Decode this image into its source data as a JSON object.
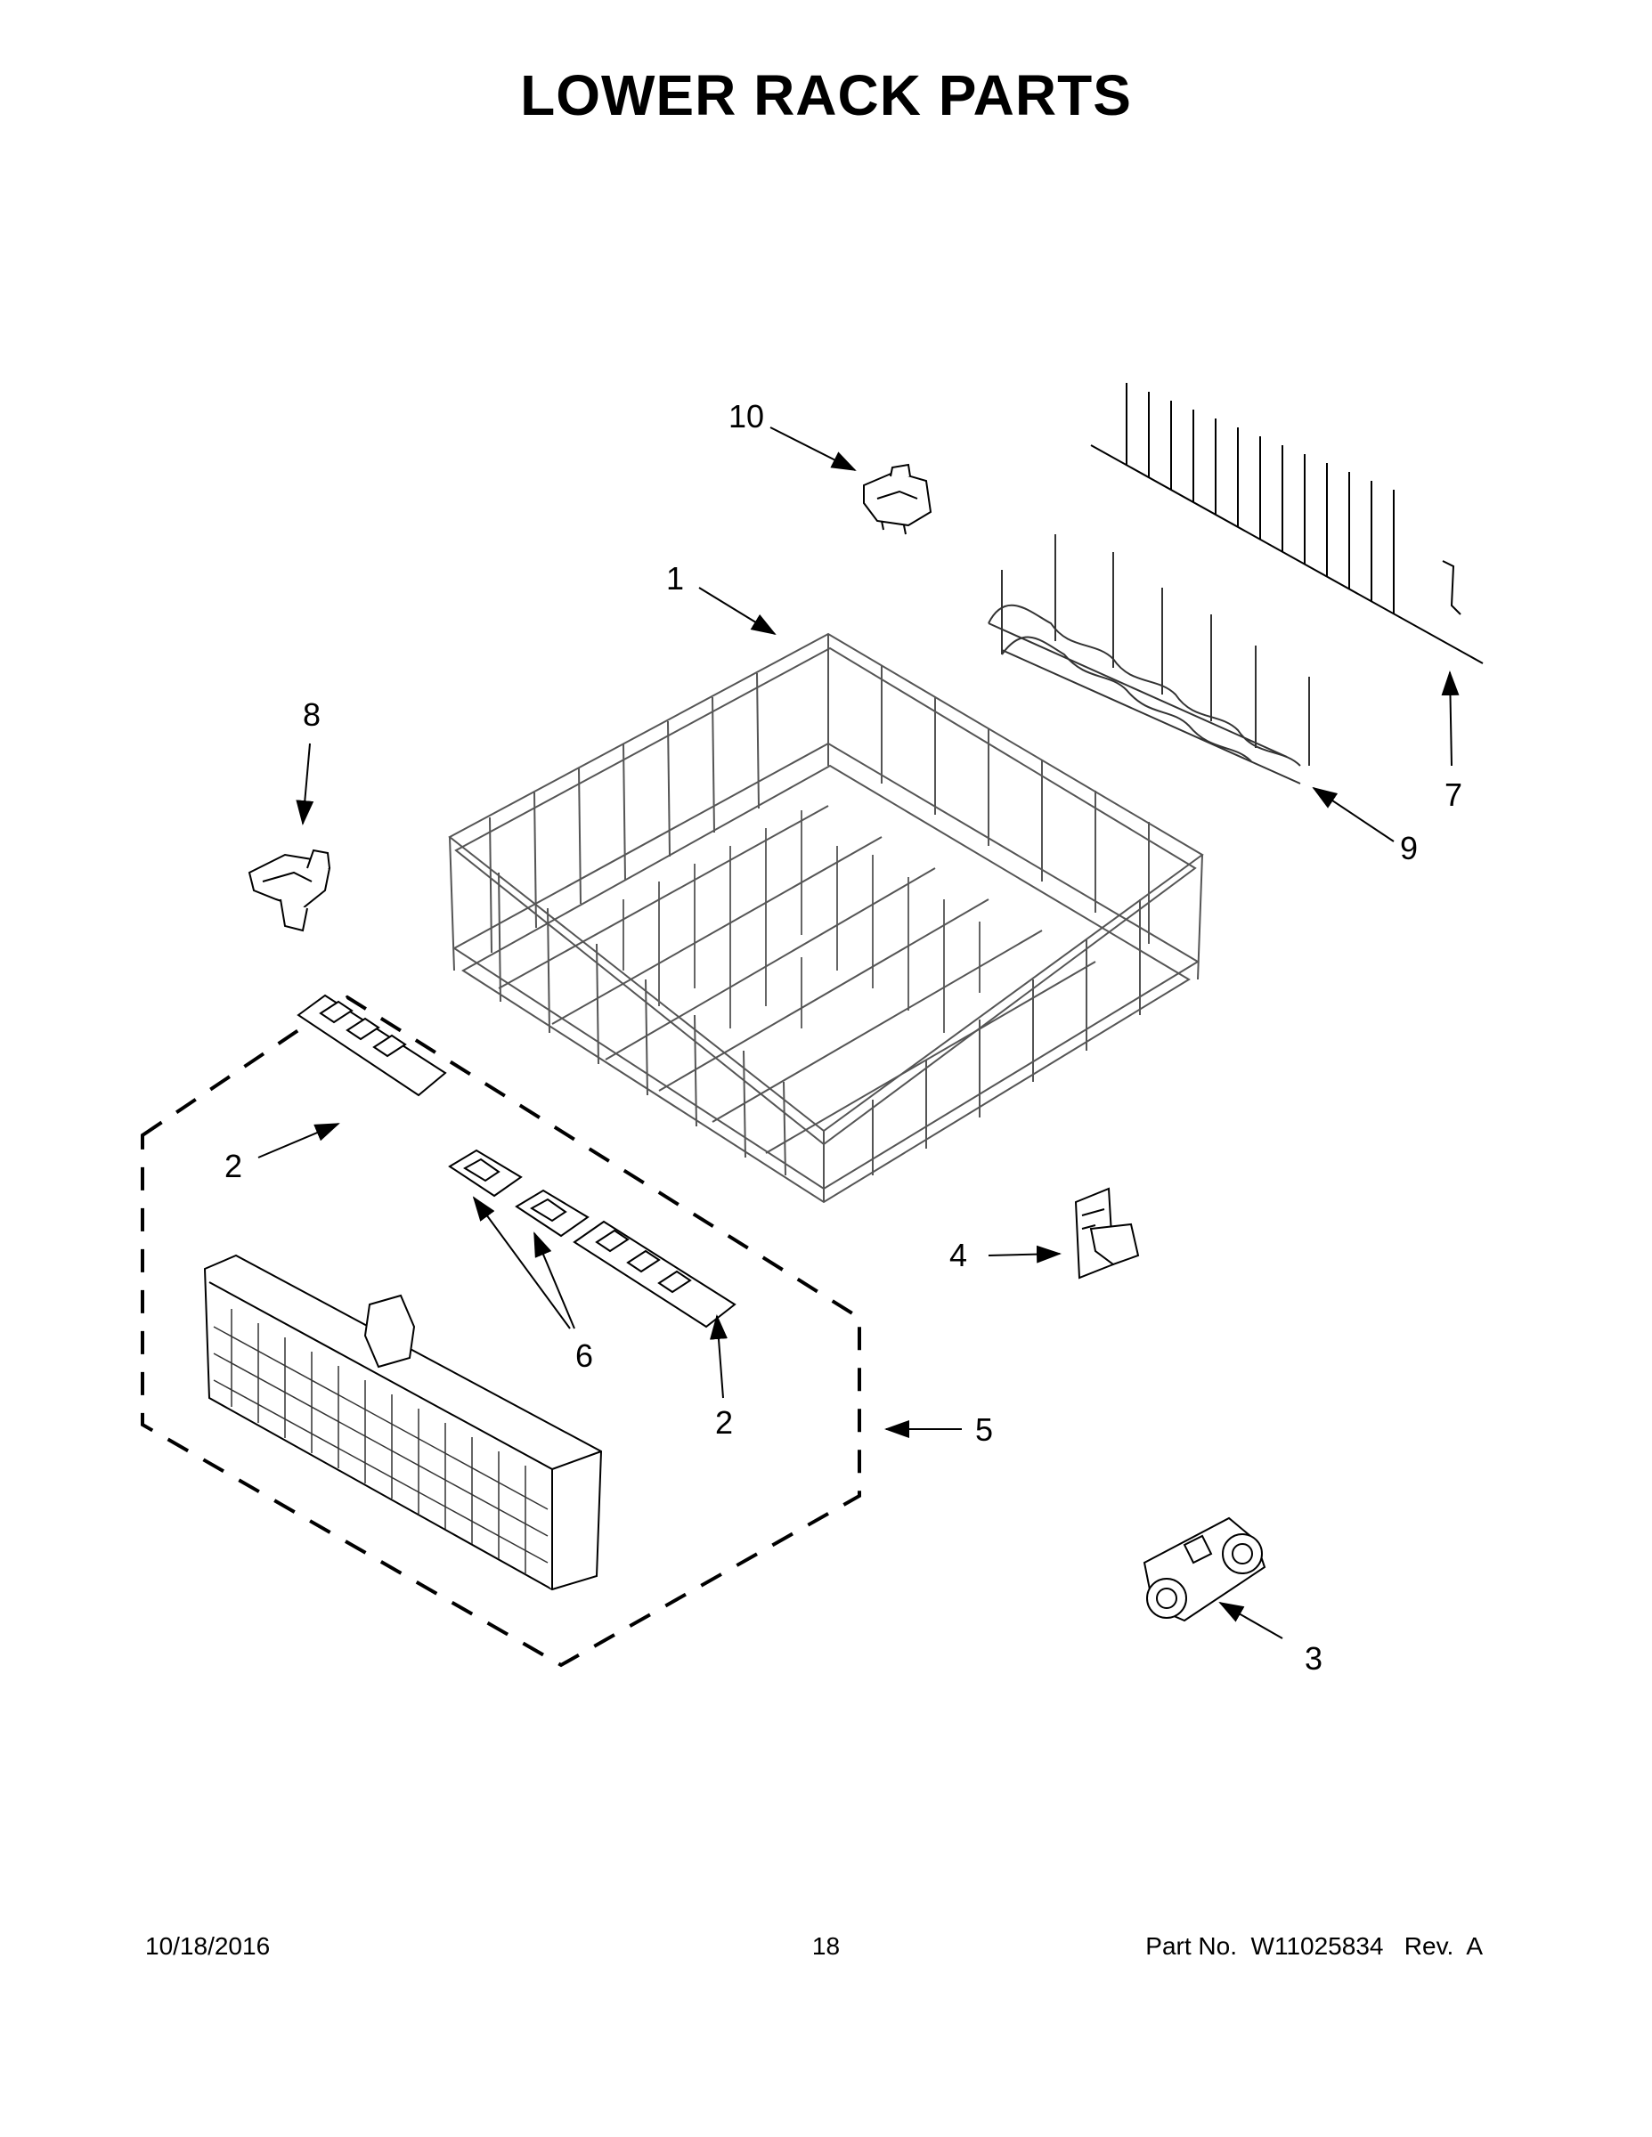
{
  "title": "LOWER RACK PARTS",
  "callouts": {
    "c1": "1",
    "c2a": "2",
    "c2b": "2",
    "c3": "3",
    "c4": "4",
    "c5": "5",
    "c6": "6",
    "c7": "7",
    "c8": "8",
    "c9": "9",
    "c10": "10"
  },
  "footer": {
    "date": "10/18/2016",
    "page": "18",
    "part": "Part No.  W11025834   Rev.  A"
  }
}
